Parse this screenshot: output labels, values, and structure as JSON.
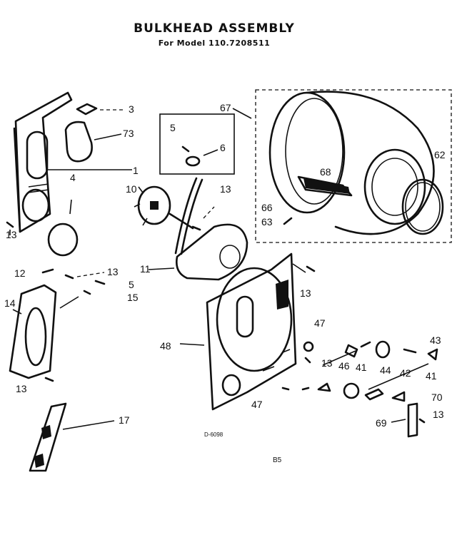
{
  "header": {
    "title": "BULKHEAD ASSEMBLY",
    "subtitle": "For Model 110.7208511"
  },
  "callouts": [
    {
      "id": "c3",
      "text": "3"
    },
    {
      "id": "c73",
      "text": "73"
    },
    {
      "id": "c1",
      "text": "1"
    },
    {
      "id": "c4",
      "text": "4"
    },
    {
      "id": "c13a",
      "text": "13"
    },
    {
      "id": "c5a",
      "text": "5"
    },
    {
      "id": "c6",
      "text": "6"
    },
    {
      "id": "c10",
      "text": "10"
    },
    {
      "id": "c13b",
      "text": "13"
    },
    {
      "id": "c67",
      "text": "67"
    },
    {
      "id": "c62",
      "text": "62"
    },
    {
      "id": "c68",
      "text": "68"
    },
    {
      "id": "c66",
      "text": "66"
    },
    {
      "id": "c63",
      "text": "63"
    },
    {
      "id": "c12",
      "text": "12"
    },
    {
      "id": "c13c",
      "text": "13"
    },
    {
      "id": "c5b",
      "text": "5"
    },
    {
      "id": "c15",
      "text": "15"
    },
    {
      "id": "c14",
      "text": "14"
    },
    {
      "id": "c11",
      "text": "11"
    },
    {
      "id": "c13d",
      "text": "13"
    },
    {
      "id": "c48",
      "text": "48"
    },
    {
      "id": "c47a",
      "text": "47"
    },
    {
      "id": "c13e",
      "text": "13"
    },
    {
      "id": "c46",
      "text": "46"
    },
    {
      "id": "c41a",
      "text": "41"
    },
    {
      "id": "c44",
      "text": "44"
    },
    {
      "id": "c42",
      "text": "42"
    },
    {
      "id": "c41b",
      "text": "41"
    },
    {
      "id": "c43",
      "text": "43"
    },
    {
      "id": "c47b",
      "text": "47"
    },
    {
      "id": "c70",
      "text": "70"
    },
    {
      "id": "c69",
      "text": "69"
    },
    {
      "id": "c13f",
      "text": "13"
    },
    {
      "id": "c13g",
      "text": "13"
    },
    {
      "id": "c17",
      "text": "17"
    }
  ],
  "footer": {
    "code": "D-6098",
    "page": "B5"
  }
}
